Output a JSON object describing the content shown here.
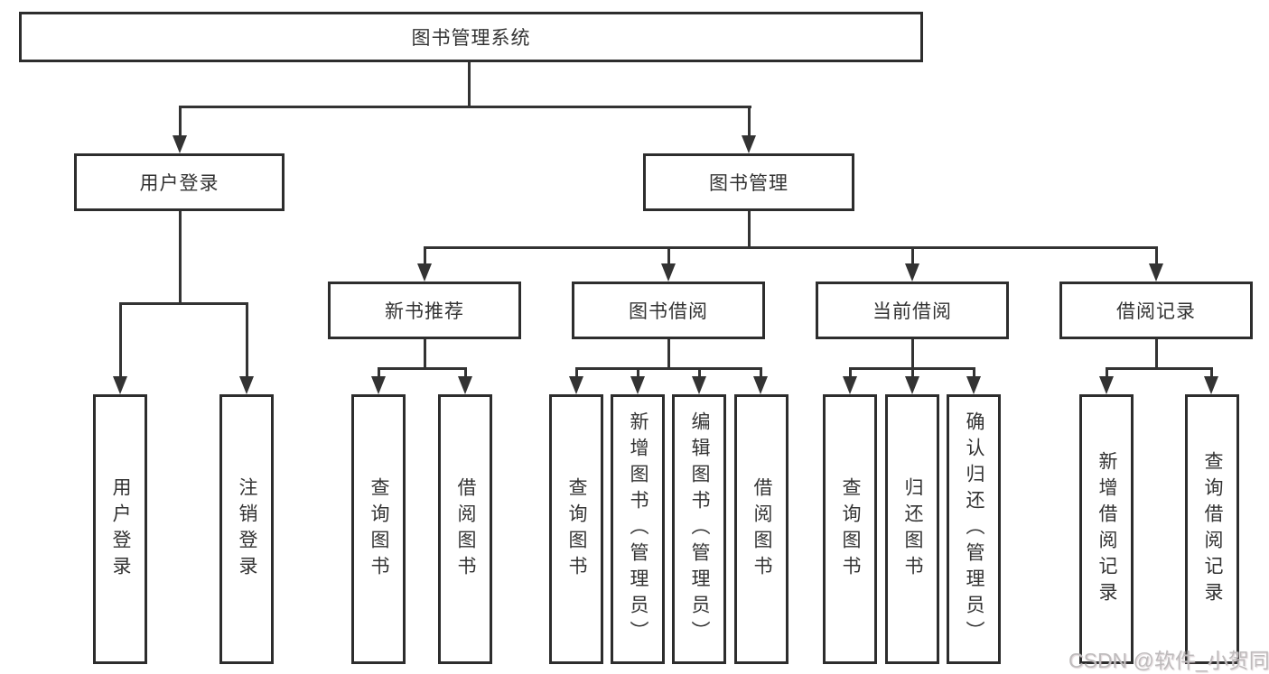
{
  "diagram": {
    "root": {
      "label": "图书管理系统"
    },
    "branches": [
      {
        "label": "用户登录",
        "children": [
          {
            "label": "用户登录"
          },
          {
            "label": "注销登录"
          }
        ]
      },
      {
        "label": "图书管理",
        "groups": [
          {
            "label": "新书推荐",
            "children": [
              "查询图书",
              "借阅图书"
            ]
          },
          {
            "label": "图书借阅",
            "children": [
              "查询图书",
              "新增图书（管理员）",
              "编辑图书（管理员）",
              "借阅图书"
            ]
          },
          {
            "label": "当前借阅",
            "children": [
              "查询图书",
              "归还图书",
              "确认归还（管理员）"
            ]
          },
          {
            "label": "借阅记录",
            "children": [
              "新增借阅记录",
              "查询借阅记录"
            ]
          }
        ]
      }
    ]
  },
  "watermark": {
    "text": "CSDN @软件_小贺同学"
  },
  "colors": {
    "line": "#333333",
    "box_border": "#2d2d2d",
    "text": "#333333",
    "background": "#ffffff",
    "watermark": "#bbb7b8"
  }
}
